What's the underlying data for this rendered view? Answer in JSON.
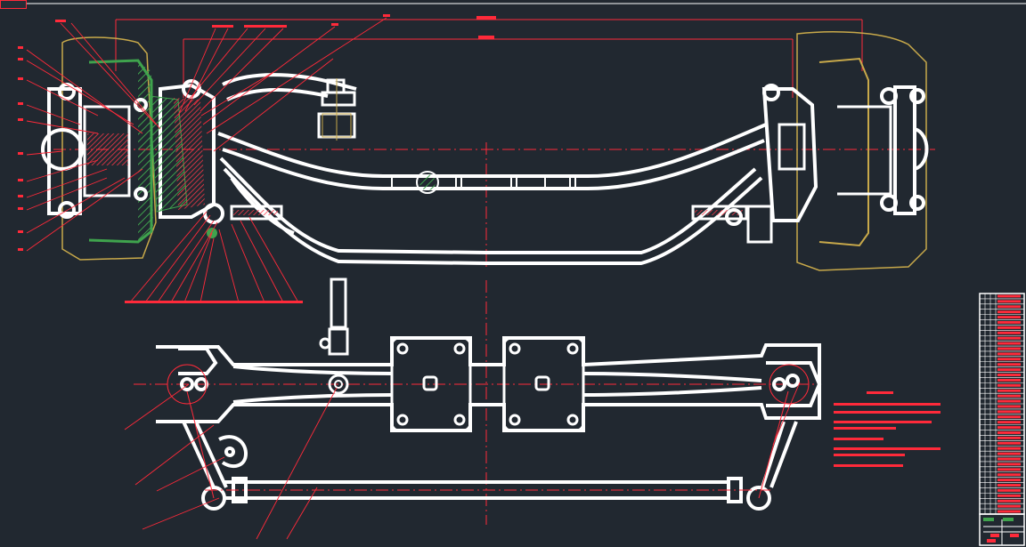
{
  "drawing": {
    "sheet_tag": "",
    "background": "#212830",
    "colors": {
      "outline": "#ffffff",
      "centerline": "#ff2a3a",
      "leader": "#ff2a3a",
      "hatch": "#3fa34d",
      "hatch_red": "#ff3a4a",
      "wheel": "#c8a94a",
      "frame": "#ffffff"
    },
    "icons": [
      "front-axle-assembly",
      "steering-knuckle",
      "brake-drum",
      "tie-rod",
      "title-block"
    ],
    "notes_heading": "技术要求",
    "notes": [
      "1.",
      "2.",
      "3.",
      "4."
    ],
    "parts_list_rows": 42
  }
}
